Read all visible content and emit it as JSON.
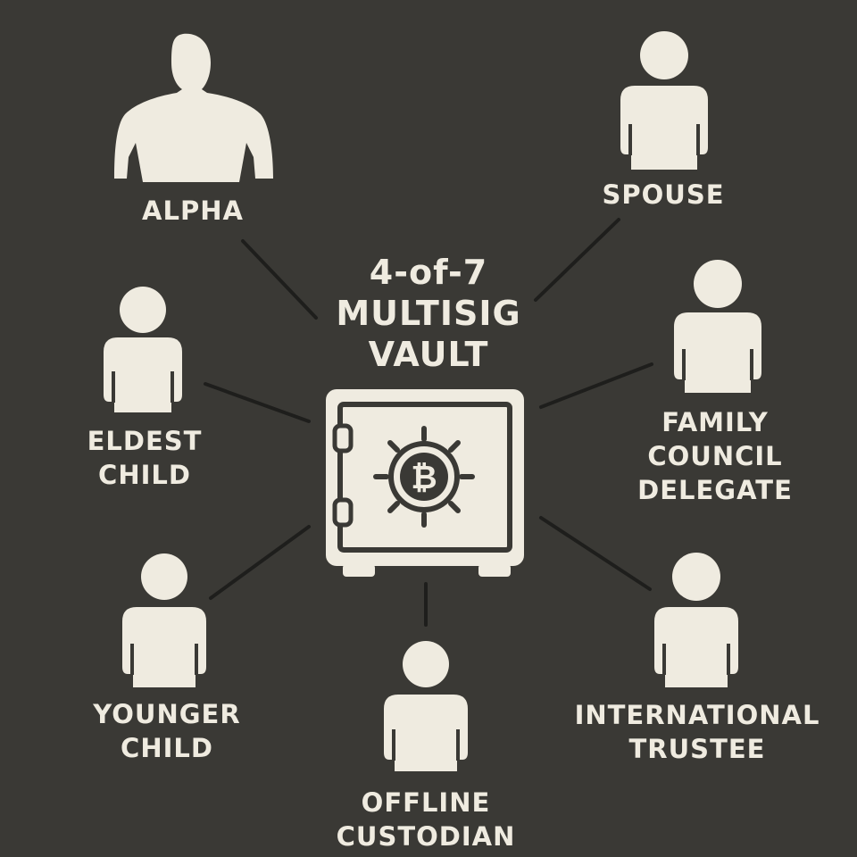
{
  "title": [
    "4-of-7",
    "MULTISIG",
    "VAULT"
  ],
  "center": {
    "name": "vault-safe",
    "icon": "bitcoin-safe-icon"
  },
  "colors": {
    "background": "#3a3935",
    "foreground": "#efebe0",
    "connector": "#1e1e1c"
  },
  "signers": [
    {
      "id": "alpha",
      "icon": "muscular-person-icon",
      "label": [
        "ALPHA"
      ]
    },
    {
      "id": "spouse",
      "icon": "person-icon",
      "label": [
        "SPOUSE"
      ]
    },
    {
      "id": "eldest-child",
      "icon": "person-icon",
      "label": [
        "ELDEST",
        "CHILD"
      ]
    },
    {
      "id": "family-council-delegate",
      "icon": "person-icon",
      "label": [
        "FAMILY",
        "COUNCIL",
        "DELEGATE"
      ]
    },
    {
      "id": "younger-child",
      "icon": "person-icon",
      "label": [
        "YOUNGER",
        "CHILD"
      ]
    },
    {
      "id": "international-trustee",
      "icon": "person-icon",
      "label": [
        "INTERNATIONAL",
        "TRUSTEE"
      ]
    },
    {
      "id": "offline-custodian",
      "icon": "person-icon",
      "label": [
        "OFFLINE",
        "CUSTODIAN"
      ]
    }
  ]
}
